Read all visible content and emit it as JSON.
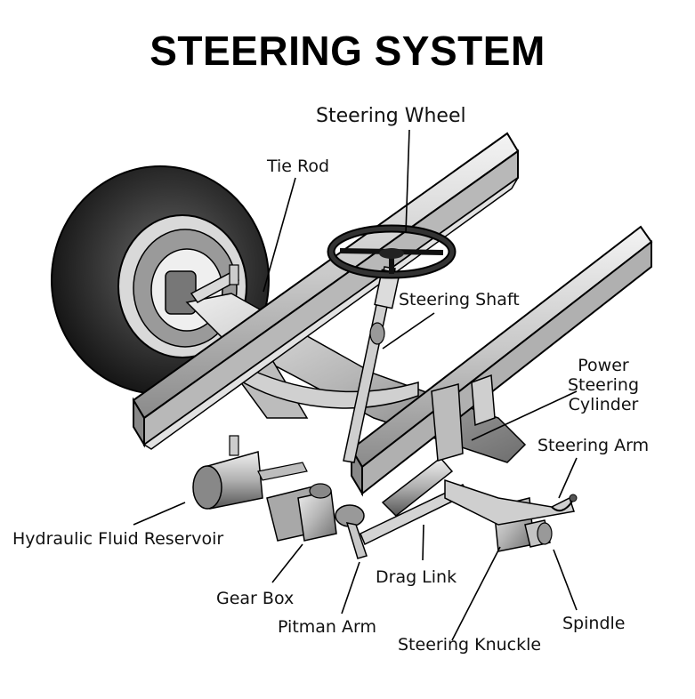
{
  "title": "STEERING SYSTEM",
  "labels": {
    "steering_wheel": "Steering Wheel",
    "tie_rod": "Tie Rod",
    "steering_shaft": "Steering Shaft",
    "power_steering_cylinder_1": "Power",
    "power_steering_cylinder_2": "Steering",
    "power_steering_cylinder_3": "Cylinder",
    "steering_arm": "Steering Arm",
    "hydraulic_fluid_reservoir": "Hydraulic Fluid Reservoir",
    "gear_box": "Gear Box",
    "drag_link": "Drag Link",
    "pitman_arm": "Pitman Arm",
    "spindle": "Spindle",
    "steering_knuckle": "Steering Knuckle"
  }
}
